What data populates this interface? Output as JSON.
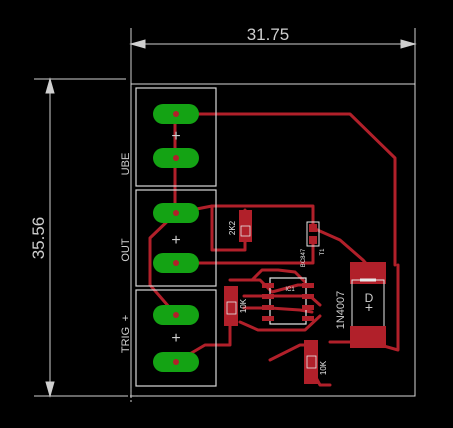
{
  "dimensions": {
    "width_label": "31.75",
    "height_label": "35.56"
  },
  "connectors": [
    {
      "label": "UBE"
    },
    {
      "label": "OUT"
    },
    {
      "label": "TRIG"
    }
  ],
  "components": {
    "r_2k2": "2K2",
    "r_10k_a": "10K",
    "r_10k_b": "10K",
    "diode": "1N4007",
    "transistor": "BC847",
    "transistor_ref": "T1",
    "ic_ref": "IC1"
  },
  "colors": {
    "background": "#000000",
    "outline": "#d9d9d9",
    "copper": "#b1202a",
    "pad": "#14a314",
    "silk": "#e8e8e8"
  }
}
